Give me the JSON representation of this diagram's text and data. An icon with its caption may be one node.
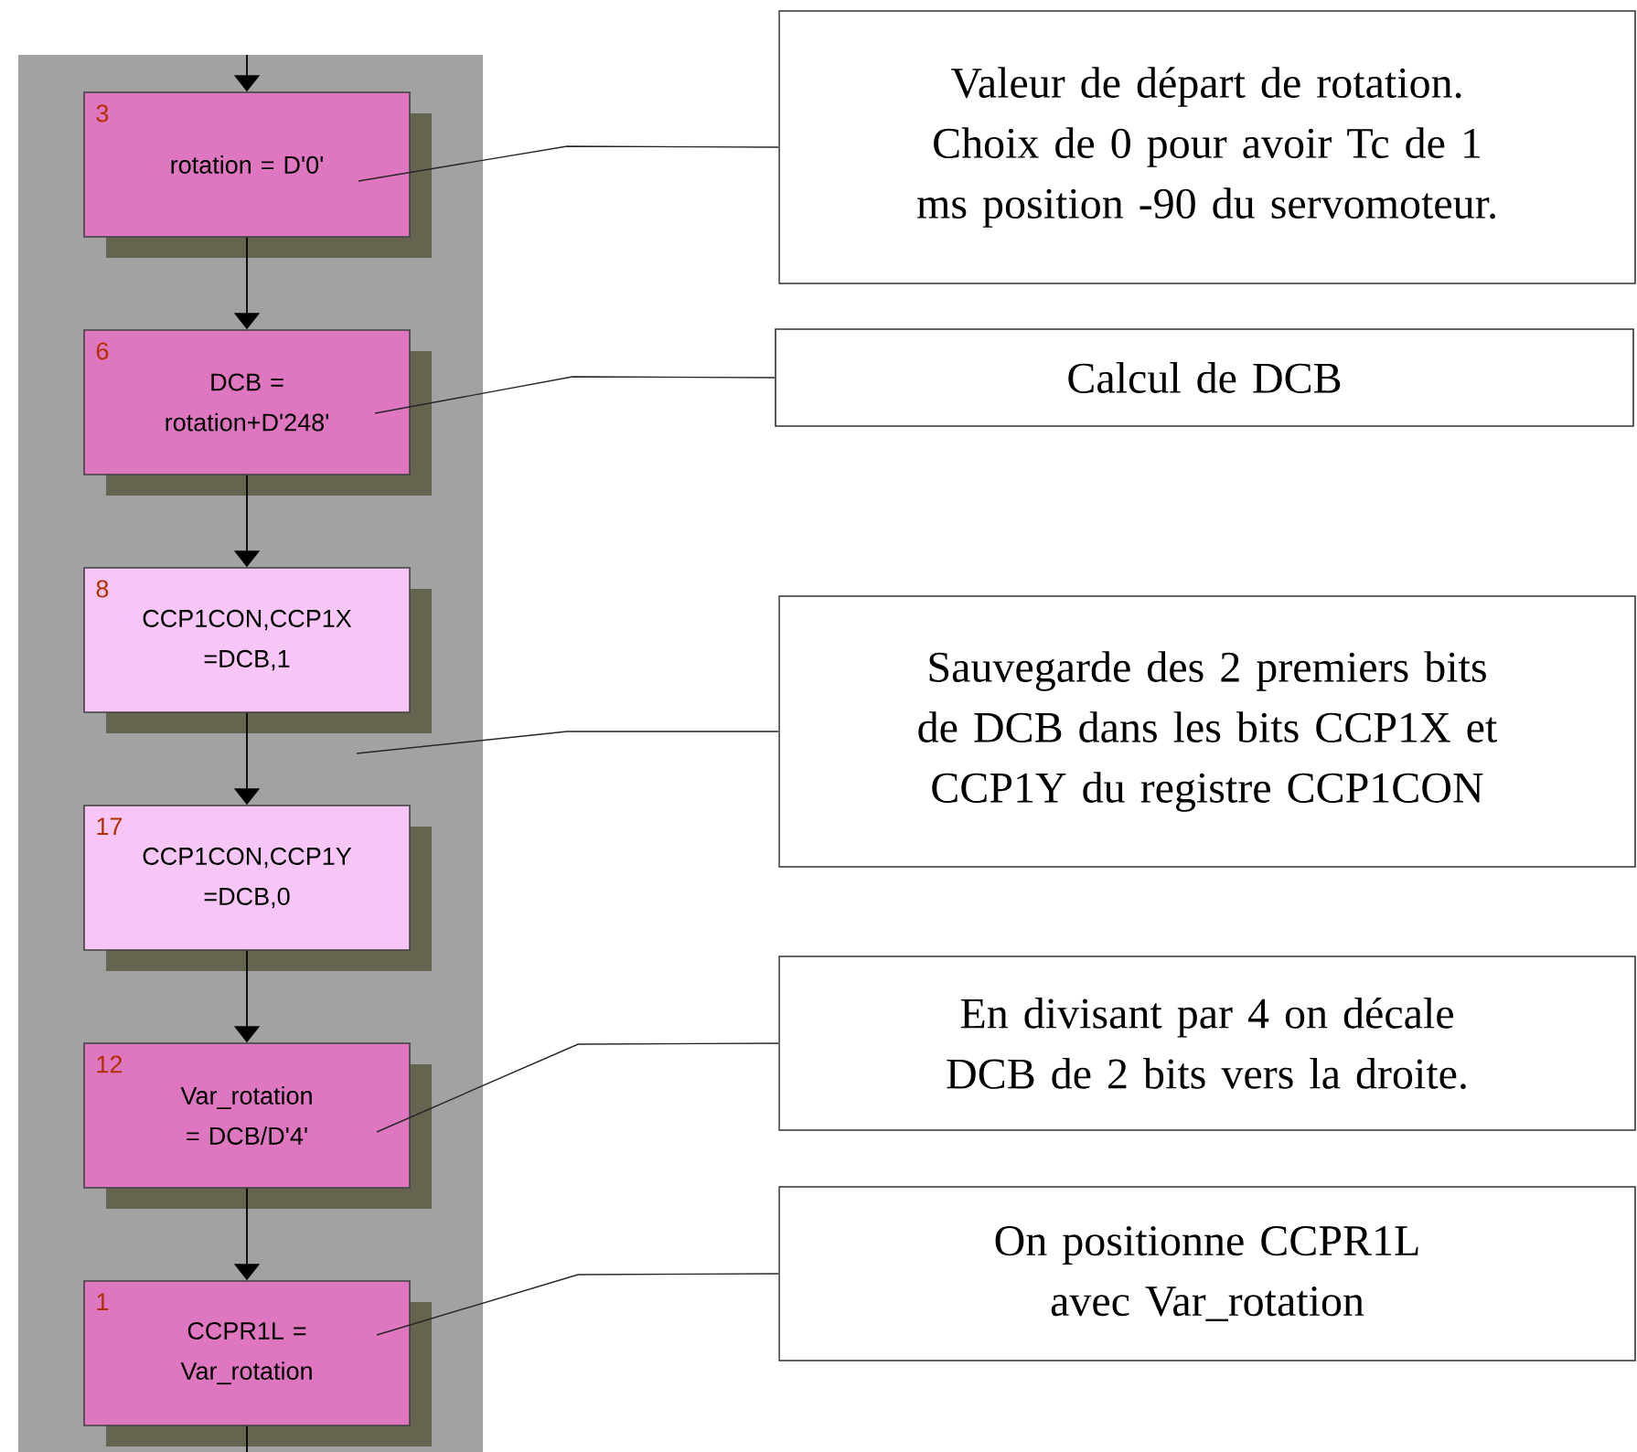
{
  "diagram": {
    "nodes": [
      {
        "text": [
          "3",
          "rotation = D'0'"
        ]
      },
      {
        "text": [
          "6",
          "DCB = rotation+D'248'"
        ]
      },
      {
        "text": [
          "8",
          "CCP1CON,CCP1X =DCB,1"
        ]
      },
      {
        "text": [
          "17",
          "CCP1CON,CCP1Y =DCB,0"
        ]
      },
      {
        "text": [
          "12",
          "Var_rotation = DCB/D'4'"
        ]
      },
      {
        "text": [
          "1",
          "CCPR1L = Var_rotation"
        ]
      },
      {
        "text": [
          "Valeur de départ de rotation. Choix de 0 pour avoir Tc de 1 ms position -90 du servomoteur."
        ]
      },
      {
        "text": [
          "Calcul de DCB"
        ]
      },
      {
        "text": [
          "Sauvegarde des 2 premiers bits de DCB dans les bits CCP1X et CCP1Y du registre CCP1CON"
        ]
      },
      {
        "text": [
          "En divisant par 4 on décale DCB de 2 bits vers la droite."
        ]
      },
      {
        "text": [
          "On positionne CCPR1L avec Var_rotation"
        ]
      }
    ],
    "edges": [
      {
        "from": null,
        "to": 0,
        "arrow": "to"
      },
      {
        "from": 0,
        "to": 1,
        "arrow": "to"
      },
      {
        "from": 1,
        "to": 2,
        "arrow": "to"
      },
      {
        "from": 2,
        "to": 3,
        "arrow": "to"
      },
      {
        "from": 3,
        "to": 4,
        "arrow": "to"
      },
      {
        "from": 4,
        "to": 5,
        "arrow": "to"
      },
      {
        "from": 5,
        "to": null,
        "arrow": "none"
      },
      {
        "from": 6,
        "to": 0,
        "arrow": "none"
      },
      {
        "from": 7,
        "to": 1,
        "arrow": "none"
      },
      {
        "from": 8,
        "to": 2,
        "arrow": "none"
      },
      {
        "from": 9,
        "to": 4,
        "arrow": "none"
      },
      {
        "from": 10,
        "to": 5,
        "arrow": "none"
      }
    ]
  }
}
